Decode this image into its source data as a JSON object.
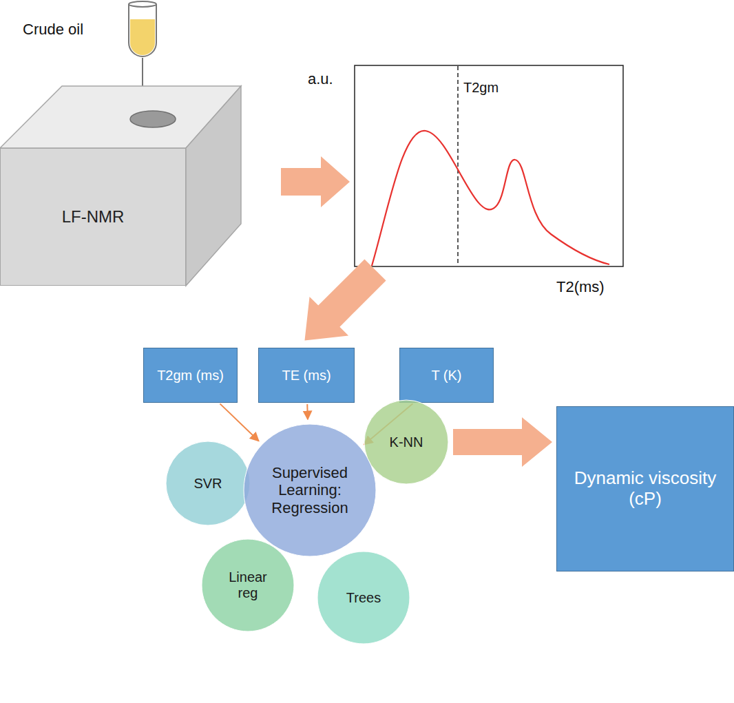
{
  "diagram": {
    "nodes": [
      {
        "text": [
          "LF-NMR"
        ]
      },
      {
        "text": [
          "T2gm (ms)"
        ]
      },
      {
        "text": [
          "TE (ms)"
        ]
      },
      {
        "text": [
          "T (K)"
        ]
      },
      {
        "text": [
          "SVR"
        ]
      },
      {
        "text": [
          "Supervised Learning: Regression"
        ]
      },
      {
        "text": [
          "K-NN"
        ]
      },
      {
        "text": [
          "Linear reg"
        ]
      },
      {
        "text": [
          "Trees"
        ]
      },
      {
        "text": [
          "Dynamic viscosity (cP)"
        ]
      }
    ],
    "edges": [
      {
        "from": 1,
        "to": 5,
        "arrow": "to"
      },
      {
        "from": 2,
        "to": 5,
        "arrow": "to"
      },
      {
        "from": 3,
        "to": 5,
        "arrow": "to"
      },
      {
        "from": 6,
        "to": 9,
        "arrow": "to"
      }
    ],
    "labels": [
      "Crude oil",
      "a.u.",
      "T2gm",
      "T2(ms)"
    ]
  }
}
